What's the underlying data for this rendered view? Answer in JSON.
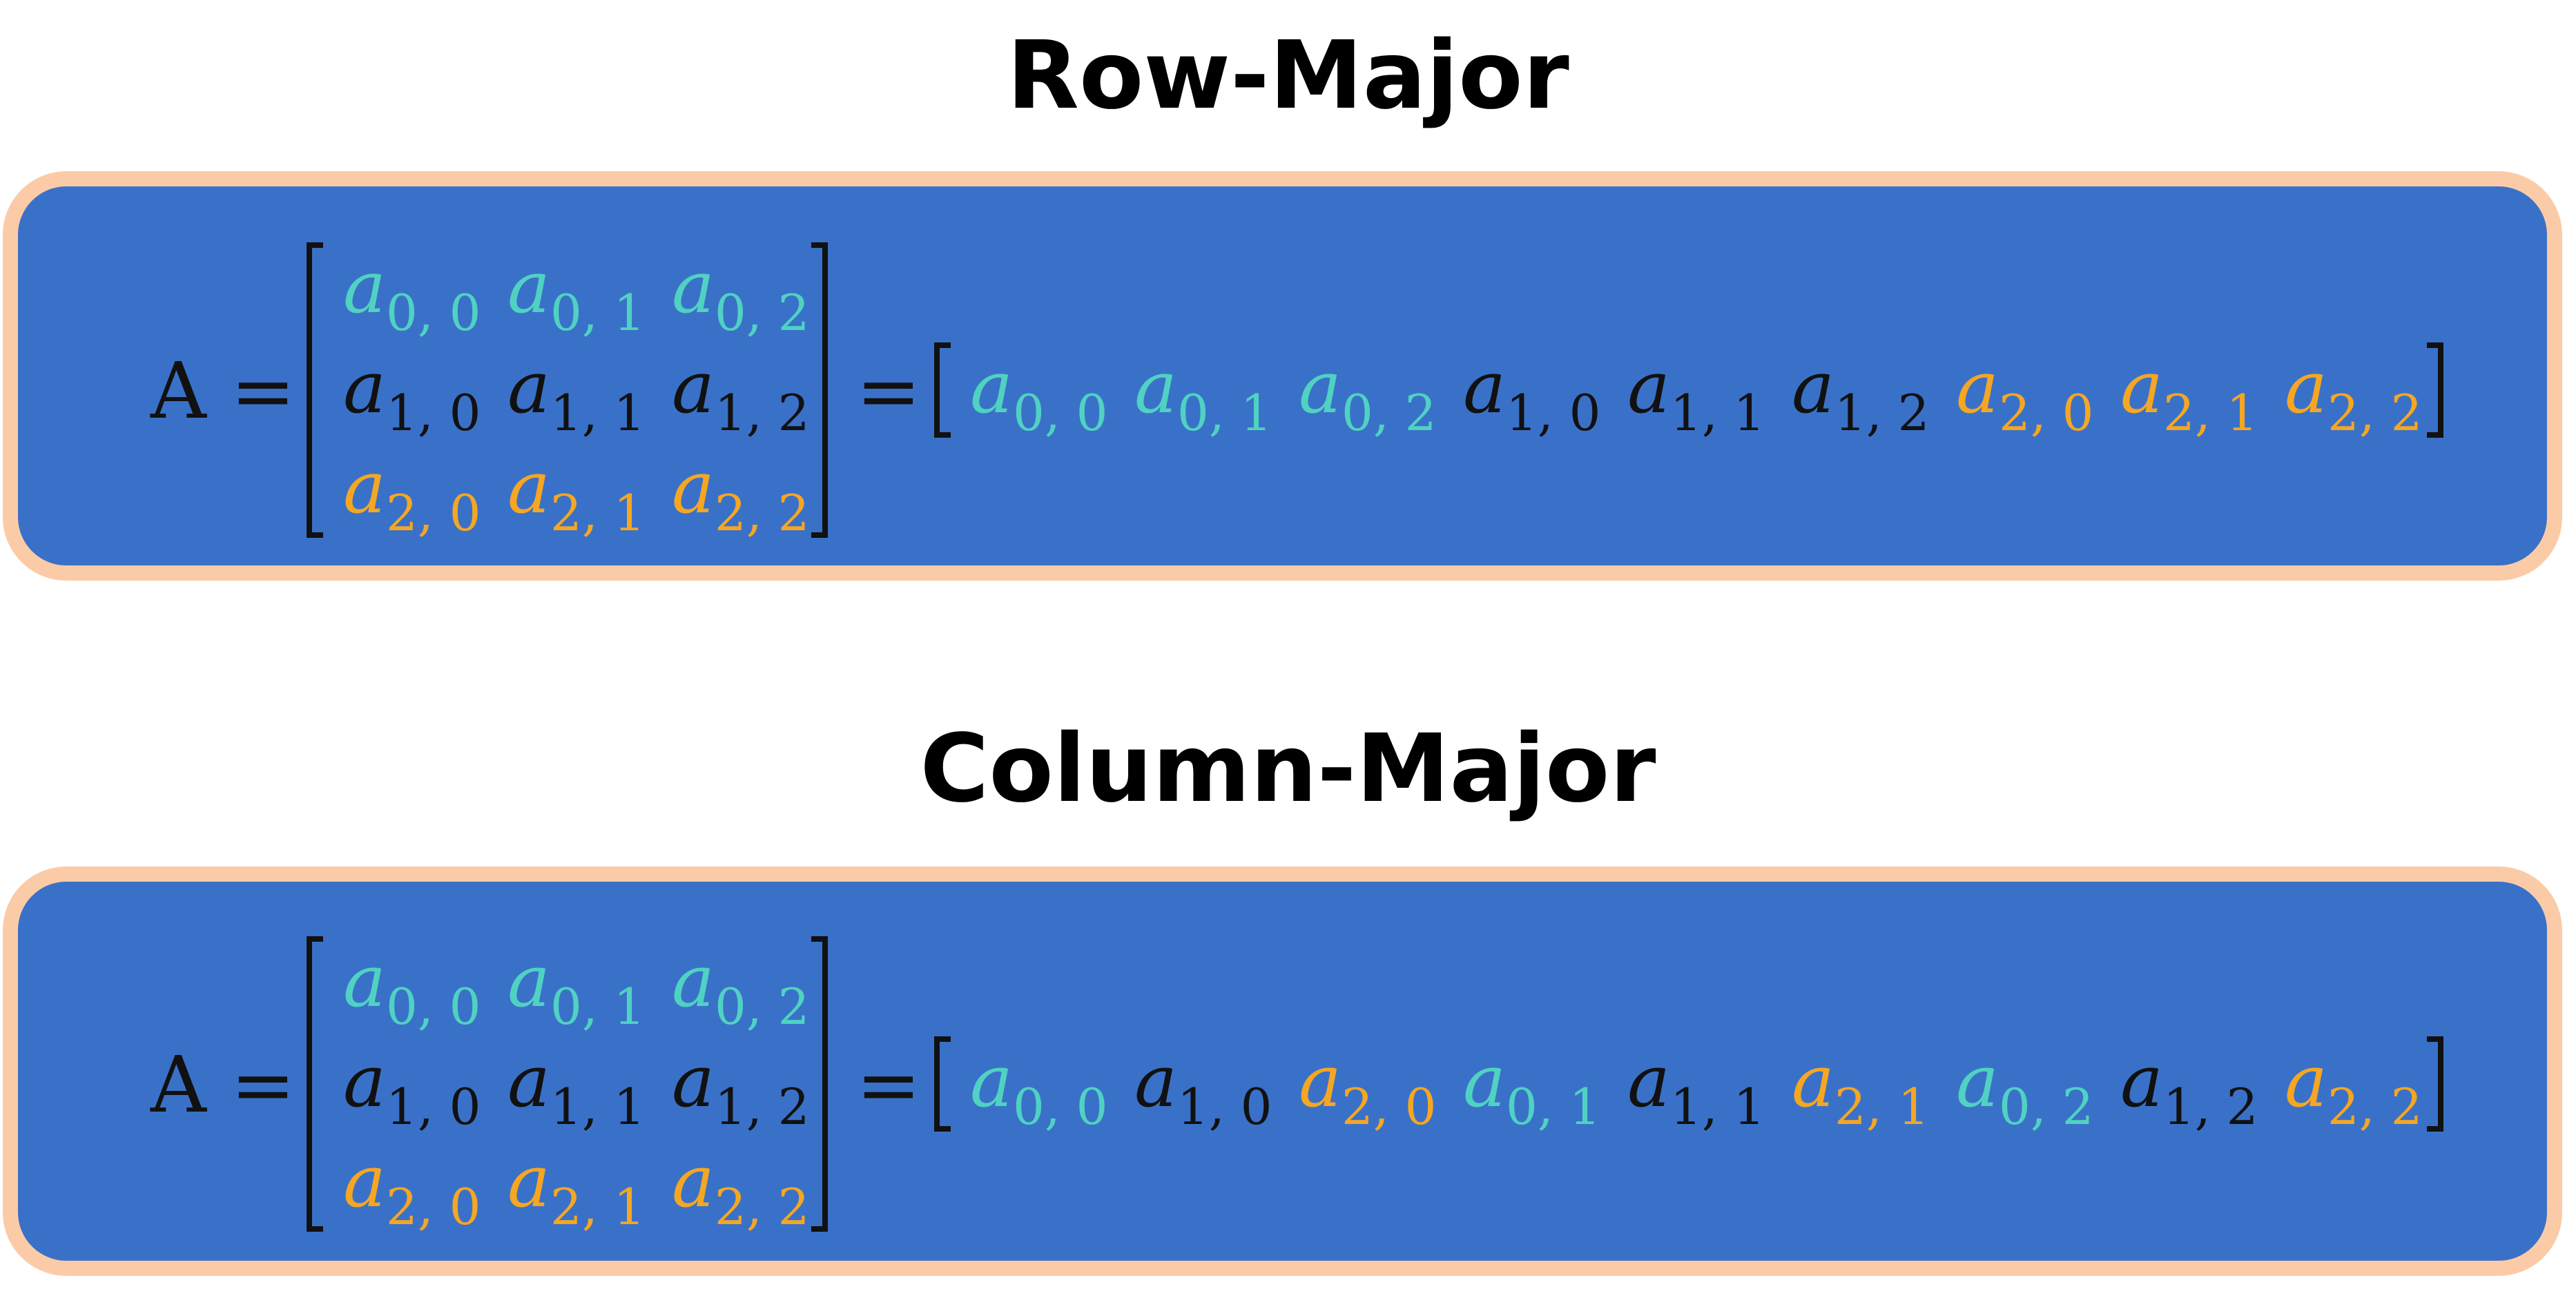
{
  "colors": {
    "row0": "#50d2c2",
    "row1": "#111111",
    "row2": "#f5a623",
    "panel": "#3a71c8",
    "panel_border": "#fbcba7"
  },
  "sections": [
    {
      "key": "row_major",
      "title": "Row-Major",
      "lhs": "A",
      "matrix": [
        [
          {
            "base": "a",
            "sub": "0, 0",
            "row": 0
          },
          {
            "base": "a",
            "sub": "0, 1",
            "row": 0
          },
          {
            "base": "a",
            "sub": "0, 2",
            "row": 0
          }
        ],
        [
          {
            "base": "a",
            "sub": "1, 0",
            "row": 1
          },
          {
            "base": "a",
            "sub": "1, 1",
            "row": 1
          },
          {
            "base": "a",
            "sub": "1, 2",
            "row": 1
          }
        ],
        [
          {
            "base": "a",
            "sub": "2, 0",
            "row": 2
          },
          {
            "base": "a",
            "sub": "2, 1",
            "row": 2
          },
          {
            "base": "a",
            "sub": "2, 2",
            "row": 2
          }
        ]
      ],
      "flat": [
        {
          "base": "a",
          "sub": "0, 0",
          "row": 0
        },
        {
          "base": "a",
          "sub": "0, 1",
          "row": 0
        },
        {
          "base": "a",
          "sub": "0, 2",
          "row": 0
        },
        {
          "base": "a",
          "sub": "1, 0",
          "row": 1
        },
        {
          "base": "a",
          "sub": "1, 1",
          "row": 1
        },
        {
          "base": "a",
          "sub": "1, 2",
          "row": 1
        },
        {
          "base": "a",
          "sub": "2, 0",
          "row": 2
        },
        {
          "base": "a",
          "sub": "2, 1",
          "row": 2
        },
        {
          "base": "a",
          "sub": "2, 2",
          "row": 2
        }
      ]
    },
    {
      "key": "column_major",
      "title": "Column-Major",
      "lhs": "A",
      "matrix": [
        [
          {
            "base": "a",
            "sub": "0, 0",
            "row": 0
          },
          {
            "base": "a",
            "sub": "0, 1",
            "row": 0
          },
          {
            "base": "a",
            "sub": "0, 2",
            "row": 0
          }
        ],
        [
          {
            "base": "a",
            "sub": "1, 0",
            "row": 1
          },
          {
            "base": "a",
            "sub": "1, 1",
            "row": 1
          },
          {
            "base": "a",
            "sub": "1, 2",
            "row": 1
          }
        ],
        [
          {
            "base": "a",
            "sub": "2, 0",
            "row": 2
          },
          {
            "base": "a",
            "sub": "2, 1",
            "row": 2
          },
          {
            "base": "a",
            "sub": "2, 2",
            "row": 2
          }
        ]
      ],
      "flat": [
        {
          "base": "a",
          "sub": "0, 0",
          "row": 0
        },
        {
          "base": "a",
          "sub": "1, 0",
          "row": 1
        },
        {
          "base": "a",
          "sub": "2, 0",
          "row": 2
        },
        {
          "base": "a",
          "sub": "0, 1",
          "row": 0
        },
        {
          "base": "a",
          "sub": "1, 1",
          "row": 1
        },
        {
          "base": "a",
          "sub": "2, 1",
          "row": 2
        },
        {
          "base": "a",
          "sub": "0, 2",
          "row": 0
        },
        {
          "base": "a",
          "sub": "1, 2",
          "row": 1
        },
        {
          "base": "a",
          "sub": "2, 2",
          "row": 2
        }
      ]
    }
  ]
}
